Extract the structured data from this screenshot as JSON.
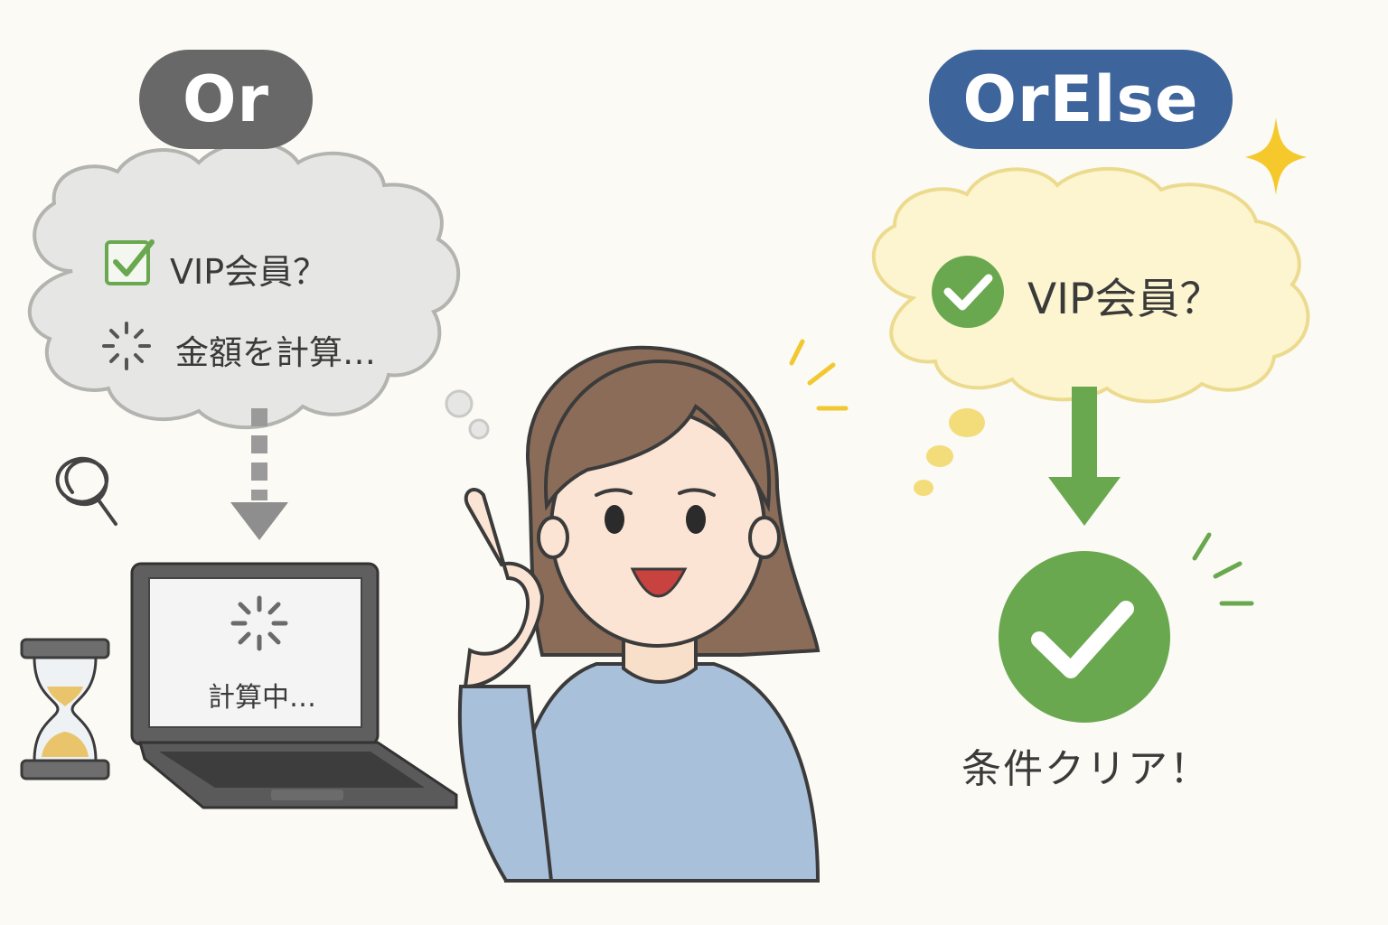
{
  "left_panel": {
    "badge": "Or",
    "check_label": "VIP会員？",
    "loading_label": "金額を計算…",
    "screen_label": "計算中…",
    "colors": {
      "badge": "#686868",
      "cloud": "#e6e6e4",
      "check": "#6aa84f"
    }
  },
  "right_panel": {
    "badge": "OrElse",
    "check_label": "VIP会員？",
    "result_label": "条件クリア！",
    "colors": {
      "badge": "#3d649b",
      "cloud": "#fdf5d0",
      "accent_green": "#6aa84f",
      "sparkle": "#f5c92c"
    }
  },
  "icons": [
    "checkbox-icon",
    "spinner-icon",
    "hourglass-icon",
    "laptop-icon",
    "swirl-icon",
    "check-circle-icon",
    "sparkle-icon"
  ]
}
